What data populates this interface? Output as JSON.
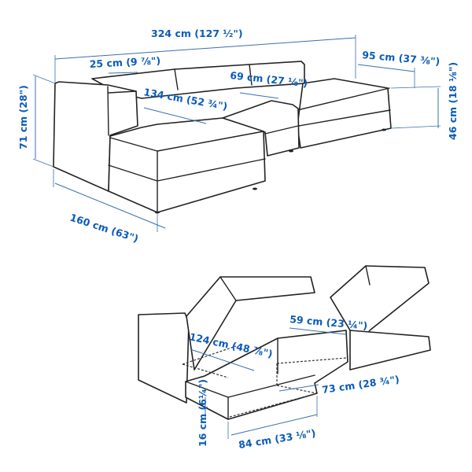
{
  "accent_color": "#0a5cb8",
  "line_color": "#222222",
  "top_view": {
    "total_width": "324 cm (127 ½\")",
    "chaise_depth_right": "95 cm (37 ⅜\")",
    "arm_width": "25 cm (9 ⅞\")",
    "seat_depth": "69 cm (27 ⅛\")",
    "chaise_seat_length": "134 cm (52 ¾\")",
    "total_height": "71 cm (28\")",
    "seat_height": "46 cm (18 ⅛\")",
    "total_depth": "160 cm (63\")"
  },
  "storage_view": {
    "storage_width_right": "59 cm (23 ¼\")",
    "storage_length": "124 cm (48 ⅞\")",
    "storage_depth": "73 cm (28 ¾\")",
    "storage_height": "16 cm (6¼\")",
    "storage_width": "84 cm (33 ⅛\")"
  }
}
